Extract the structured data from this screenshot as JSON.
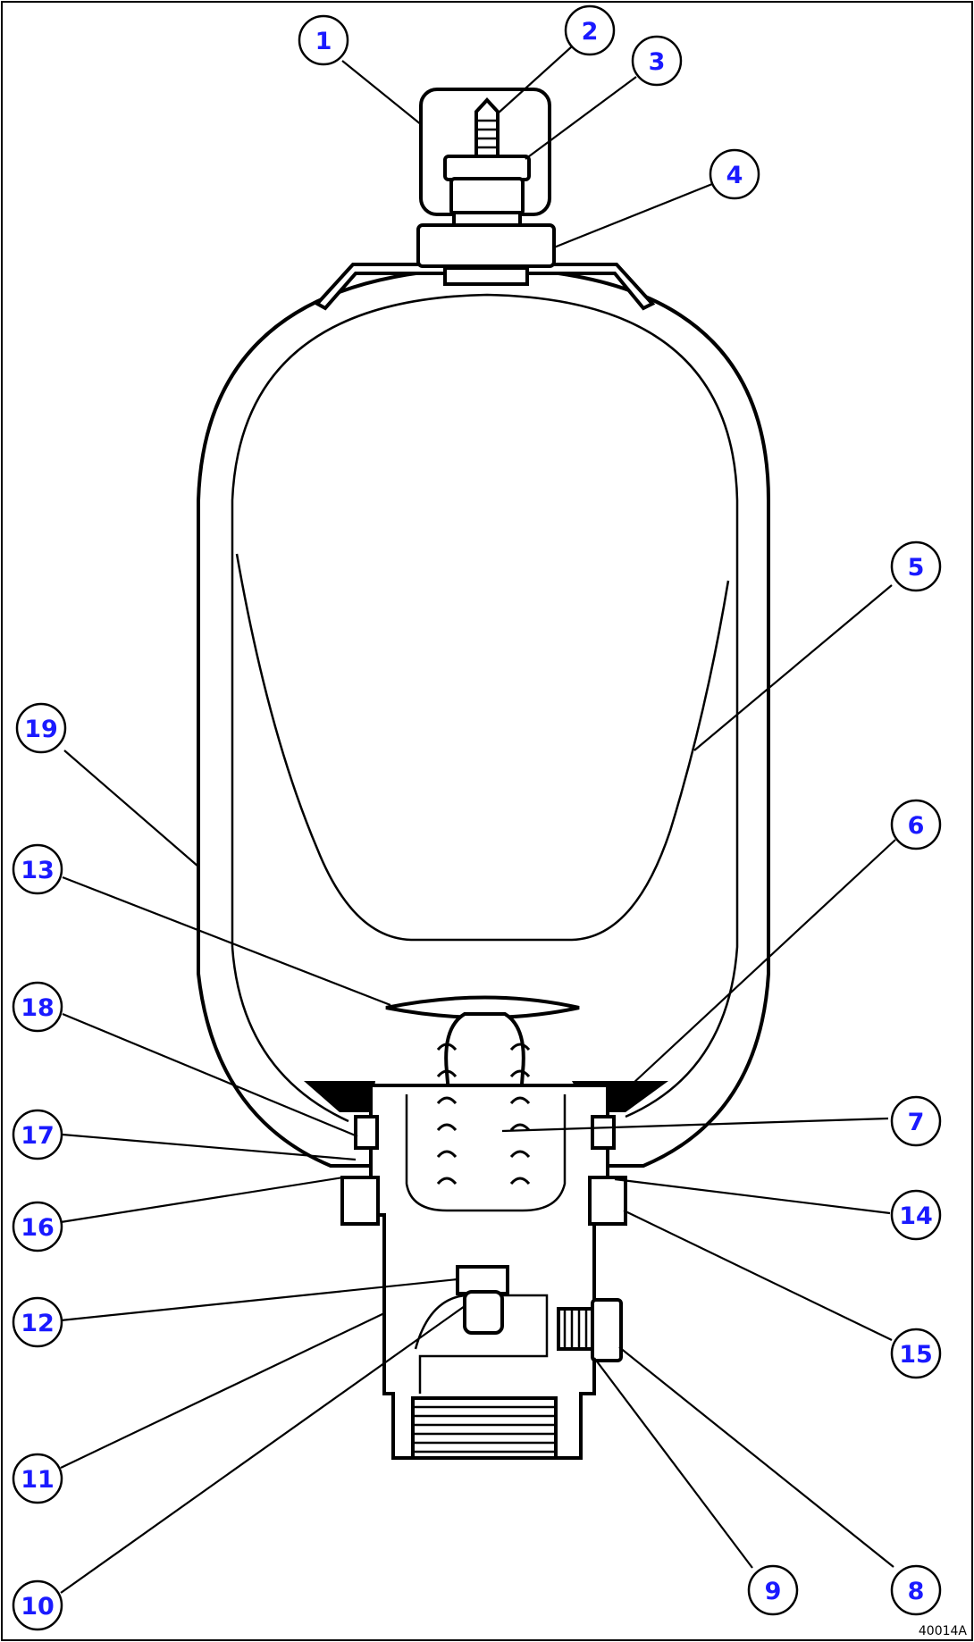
{
  "figure": {
    "code": "40014A",
    "label_color": "#1a1aff",
    "callouts": [
      {
        "id": "1",
        "name": "callout-1"
      },
      {
        "id": "2",
        "name": "callout-2"
      },
      {
        "id": "3",
        "name": "callout-3"
      },
      {
        "id": "4",
        "name": "callout-4"
      },
      {
        "id": "5",
        "name": "callout-5"
      },
      {
        "id": "6",
        "name": "callout-6"
      },
      {
        "id": "7",
        "name": "callout-7"
      },
      {
        "id": "8",
        "name": "callout-8"
      },
      {
        "id": "9",
        "name": "callout-9"
      },
      {
        "id": "10",
        "name": "callout-10"
      },
      {
        "id": "11",
        "name": "callout-11"
      },
      {
        "id": "12",
        "name": "callout-12"
      },
      {
        "id": "13",
        "name": "callout-13"
      },
      {
        "id": "14",
        "name": "callout-14"
      },
      {
        "id": "15",
        "name": "callout-15"
      },
      {
        "id": "16",
        "name": "callout-16"
      },
      {
        "id": "17",
        "name": "callout-17"
      },
      {
        "id": "18",
        "name": "callout-18"
      },
      {
        "id": "19",
        "name": "callout-19"
      }
    ]
  }
}
